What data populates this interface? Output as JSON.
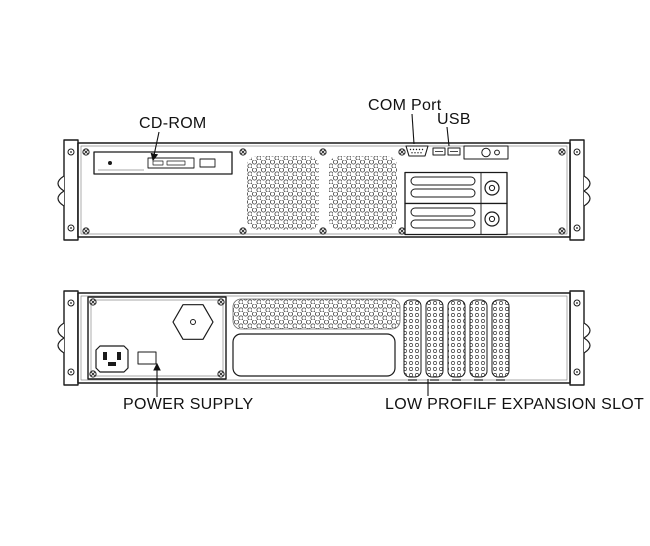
{
  "labels": {
    "cdrom": "CD-ROM",
    "com_port": "COM Port",
    "usb": "USB",
    "power_supply": "POWER SUPPLY",
    "expansion_slot": "LOW PROFILF EXPANSION SLOT"
  },
  "colors": {
    "line": "#1a1a1a",
    "background": "#ffffff"
  }
}
